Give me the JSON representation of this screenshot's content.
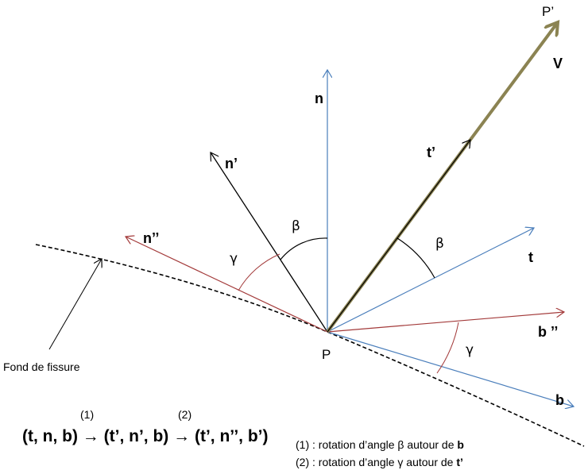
{
  "labels": {
    "n": "n",
    "n_prime": "n’",
    "n_second": "n’’",
    "t": "t",
    "t_prime": "t’",
    "b": "b",
    "b_second": "b ’’",
    "V": "V",
    "P": "P",
    "P_prime": "P’",
    "beta": "β",
    "gamma": "γ",
    "crack_front": "Fond de fissure"
  },
  "formula": {
    "text": "(t, n, b) → (t’, n’, b) → (t’, n’’, b’)",
    "step1": "(1)",
    "step2": "(2)"
  },
  "legend": {
    "line1_prefix": "(1) : rotation d’angle β autour de ",
    "line1_axis": "b",
    "line2_prefix": "(2) : rotation d’angle γ autour de ",
    "line2_axis": "t’"
  },
  "colors": {
    "blue": "#4a7ebb",
    "red": "#a33a3a",
    "olive": "#8b8352",
    "black": "#000000"
  }
}
